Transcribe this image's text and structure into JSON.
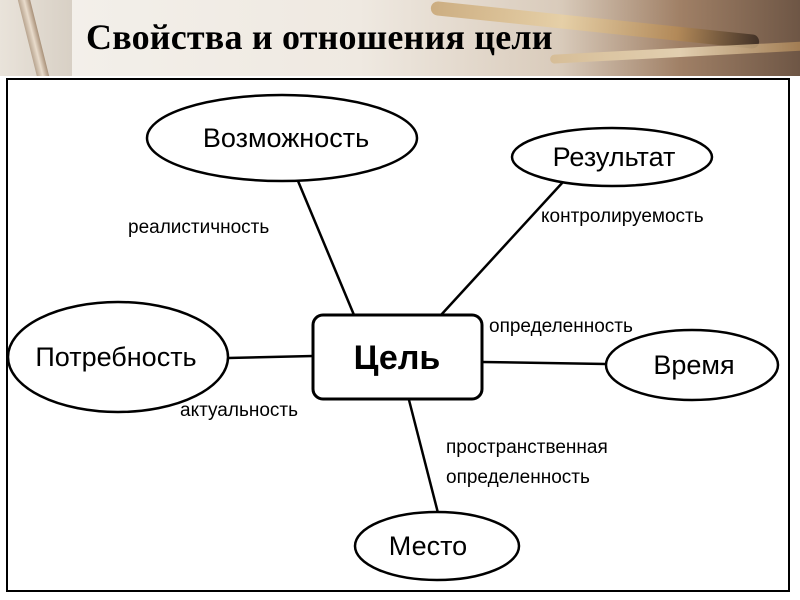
{
  "title": "Свойства и отношения цели",
  "center": "Цель",
  "nodes": {
    "vozmozhnost": "Возможность",
    "rezultat": "Результат",
    "potrebnost": "Потребность",
    "vremya": "Время",
    "mesto": "Место"
  },
  "edges": {
    "realistichnost": "реалистичность",
    "kontroliruemost": "контролируемость",
    "opredelennost": "определенность",
    "aktualnost": "актуальность",
    "prostranstvennaya": "пространственная",
    "prostr_opredelennost": "определенность"
  }
}
